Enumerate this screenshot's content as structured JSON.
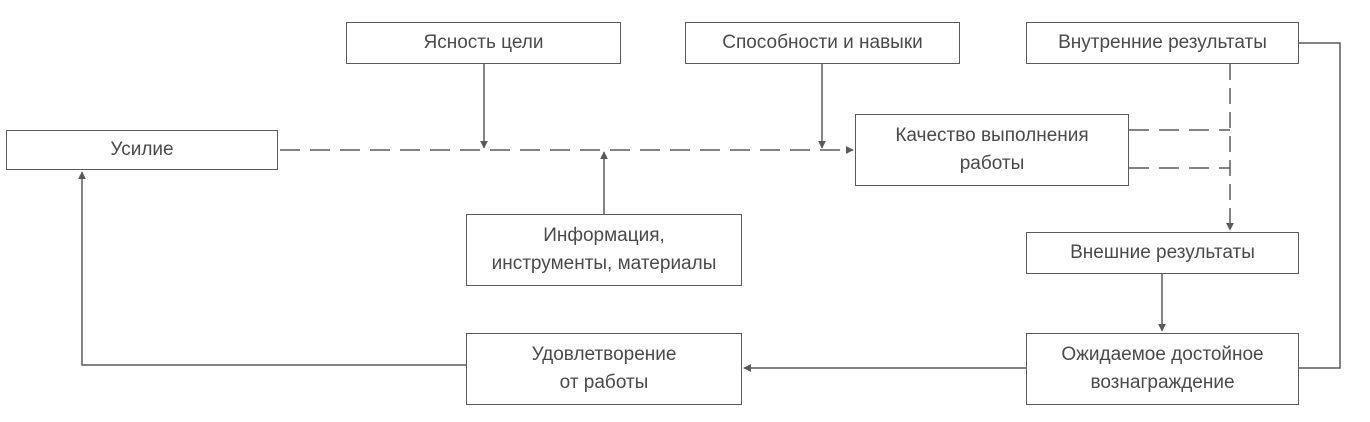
{
  "diagram": {
    "nodes": {
      "effort": "Усилие",
      "goal_clarity": "Ясность цели",
      "abilities": "Способности и навыки",
      "internal_results": "Внутренние результаты",
      "performance": "Качество выполнения\nработы",
      "information": "Информация,\nинструменты, материалы",
      "external_results": "Внешние результаты",
      "satisfaction": "Удовлетворение\nот работы",
      "expected_reward": "Ожидаемое достойное\nвознаграждение"
    },
    "colors": {
      "line": "#5a5a5a",
      "text": "#4a4a4a",
      "background": "#ffffff"
    }
  }
}
